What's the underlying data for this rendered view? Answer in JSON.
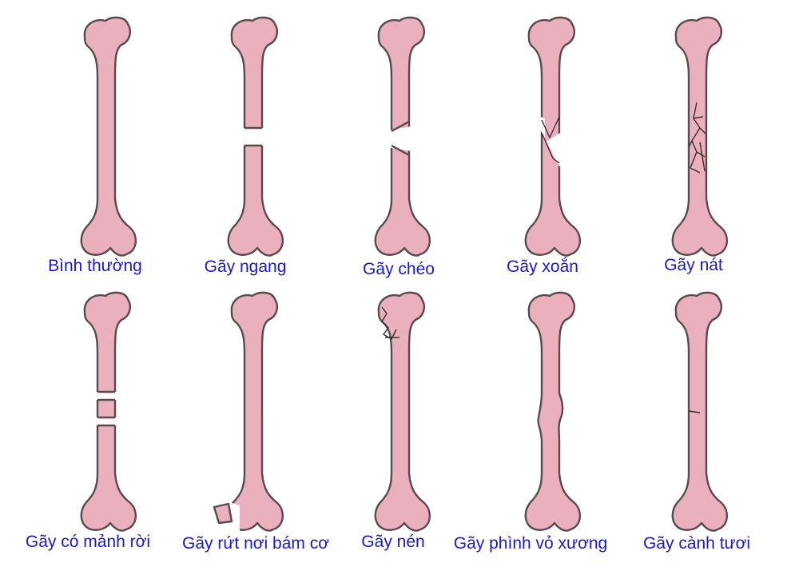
{
  "colors": {
    "bone_fill": "#eab0bd",
    "bone_outline": "#5a4a50",
    "label_text": "#1a1acc"
  },
  "fracture_types": [
    {
      "label": "Bình thường"
    },
    {
      "label": "Gãy ngang"
    },
    {
      "label": "Gãy chéo"
    },
    {
      "label": "Gãy xoắn"
    },
    {
      "label": "Gãy nát"
    },
    {
      "label": "Gãy có mảnh rời"
    },
    {
      "label": "Gãy rứt nơi bám cơ"
    },
    {
      "label": "Gãy nén"
    },
    {
      "label": "Gãy phình vỏ xương"
    },
    {
      "label": "Gãy cành tươi"
    }
  ]
}
